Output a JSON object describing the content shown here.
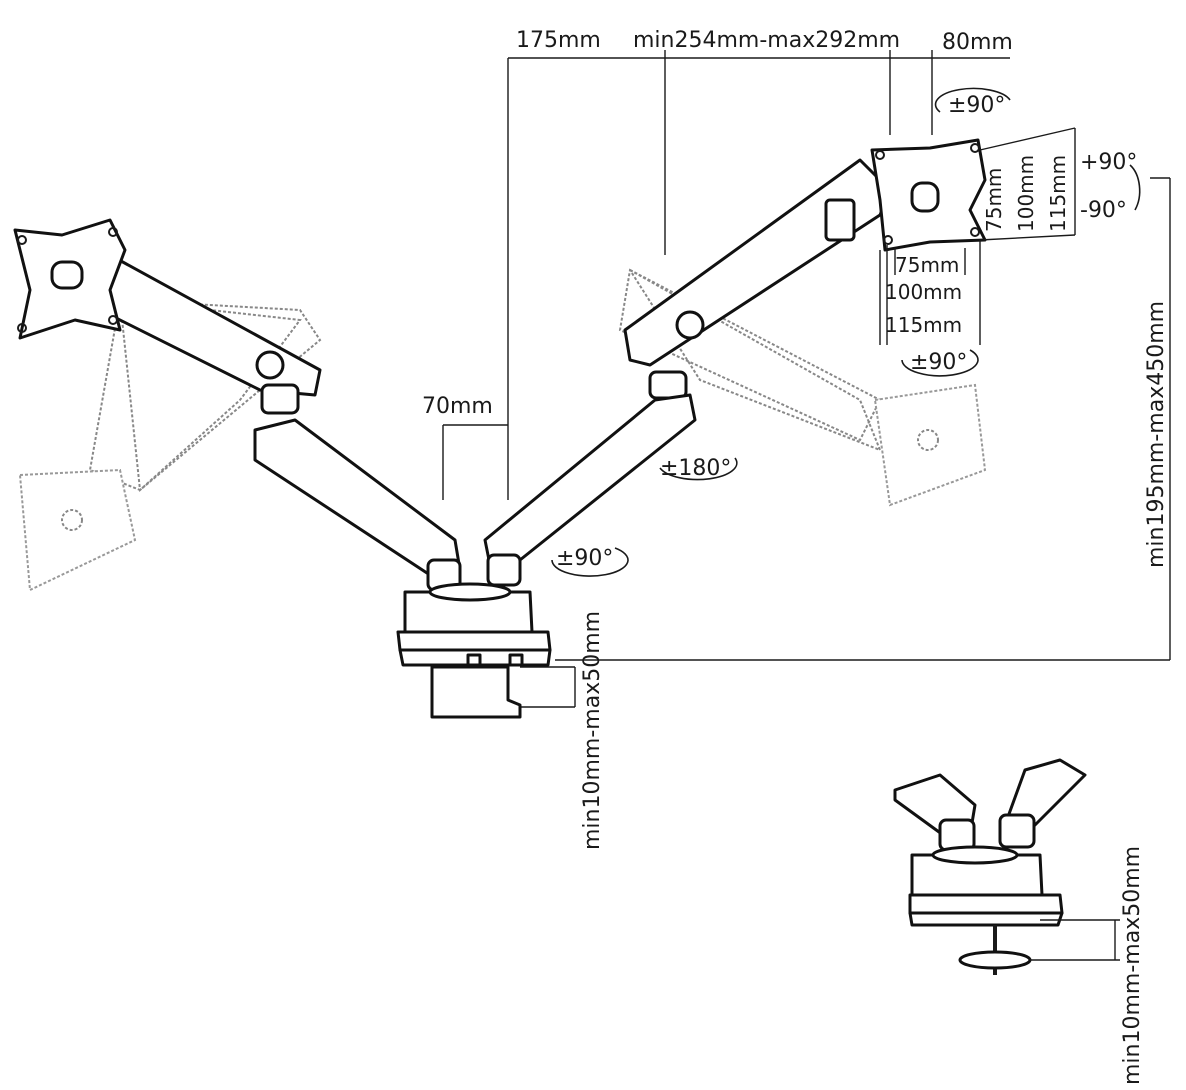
{
  "dimensions": {
    "top_175": "175mm",
    "top_arm": "min254mm-max292mm",
    "top_80": "80mm",
    "offset_70": "70mm",
    "height_range": "min195mm-max450mm",
    "clamp_range": "min10mm-max50mm",
    "grommet_range": "min10mm-max50mm"
  },
  "vesa": {
    "w75": "75mm",
    "w100": "100mm",
    "w115": "115mm",
    "h75": "75mm",
    "h100": "100mm",
    "h115": "115mm"
  },
  "rotations": {
    "swivel_top": "±90°",
    "tilt_up": "+90°",
    "tilt_down": "-90°",
    "rotate_bottom": "±90°",
    "joint": "±180°",
    "base": "±90°"
  }
}
